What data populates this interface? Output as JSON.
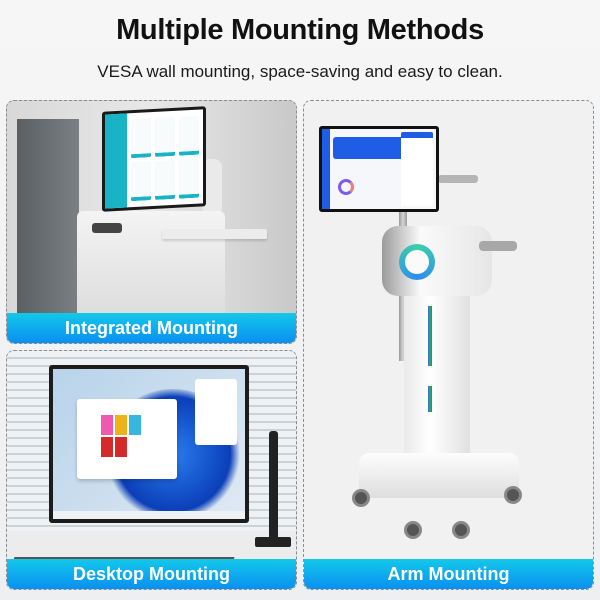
{
  "header": {
    "title": "Multiple Mounting Methods",
    "subtitle": "VESA wall mounting, space-saving and easy to clean."
  },
  "panels": [
    {
      "id": "integrated",
      "label": "Integrated Mounting",
      "scene": "monitor mounted on white medical kiosk cart with pull-out tray"
    },
    {
      "id": "arm",
      "label": "Arm Mounting",
      "scene": "monitor on articulating arm attached to white medical trolley with wheels"
    },
    {
      "id": "desktop",
      "label": "Desktop Mounting",
      "scene": "monitor on black desk-clamp arm showing Windows 11 desktop"
    }
  ],
  "colors": {
    "label_gradient_top": "#13c9ea",
    "label_gradient_bottom": "#0a8ff0",
    "label_text": "#ffffff",
    "title_text": "#111111",
    "background": "#f3f3f4",
    "dashboard_accent_teal": "#19b3c6",
    "dashboard_accent_blue": "#1f5de6"
  }
}
